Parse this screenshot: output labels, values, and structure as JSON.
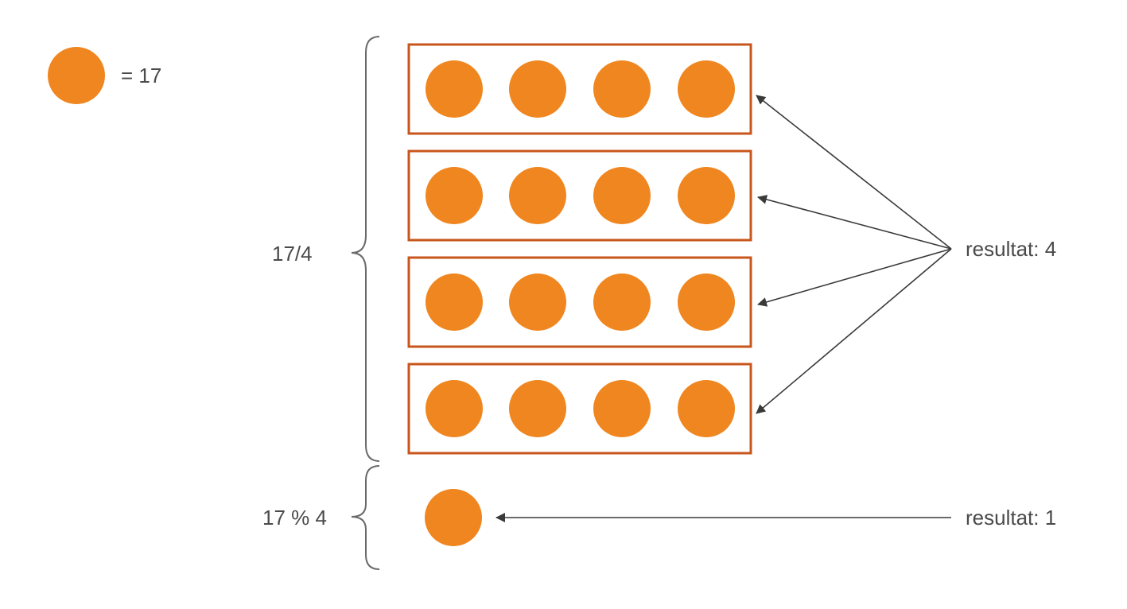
{
  "legend": {
    "label": "= 17"
  },
  "labels": {
    "division": "17/4",
    "modulo": "17 % 4",
    "quotient_result": "resultat: 4",
    "remainder_result": "resultat: 1"
  },
  "groups": {
    "count": 4,
    "items_per_group": 4
  },
  "remainder": {
    "count": 1
  },
  "colors": {
    "dot": "#F0861F",
    "box_border": "#C8561C",
    "text": "#4a4a4a",
    "arrow": "#3a3a3a"
  }
}
